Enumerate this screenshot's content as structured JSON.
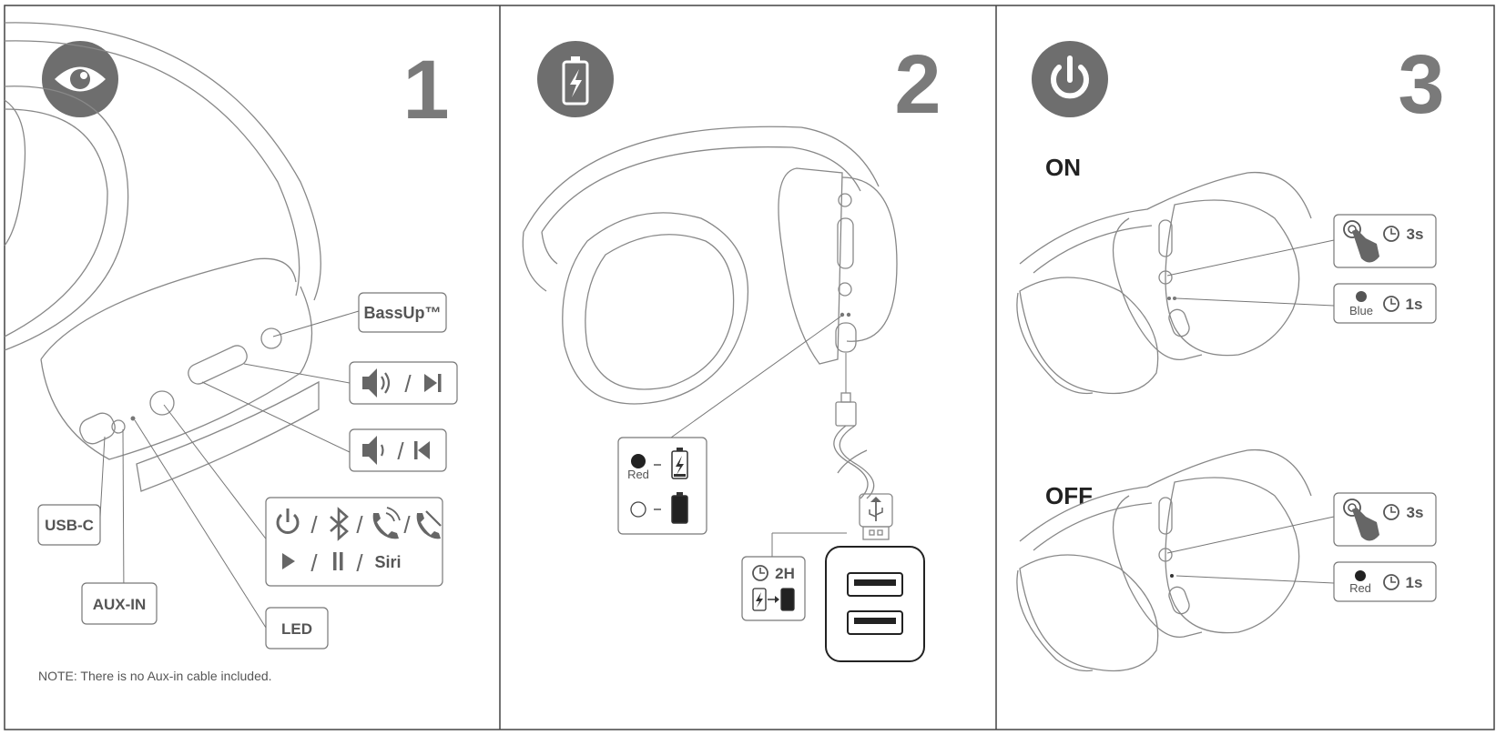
{
  "panels": [
    {
      "step": "1",
      "icon": "eye-icon",
      "labels": {
        "bassup": "BassUp™",
        "usbc": "USB-C",
        "auxin": "AUX-IN",
        "led": "LED",
        "siri": "Siri"
      },
      "note": "NOTE: There is no Aux-in cable included."
    },
    {
      "step": "2",
      "icon": "battery-charging-icon",
      "labels": {
        "red": "Red",
        "time": "2H"
      }
    },
    {
      "step": "3",
      "icon": "power-icon",
      "on": {
        "title": "ON",
        "hold": "3s",
        "led_color": "Blue",
        "led_time": "1s"
      },
      "off": {
        "title": "OFF",
        "hold": "3s",
        "led_color": "Red",
        "led_time": "1s"
      }
    }
  ],
  "colors": {
    "badge": "#6e6e6e",
    "line": "#777777",
    "text": "#555555"
  }
}
